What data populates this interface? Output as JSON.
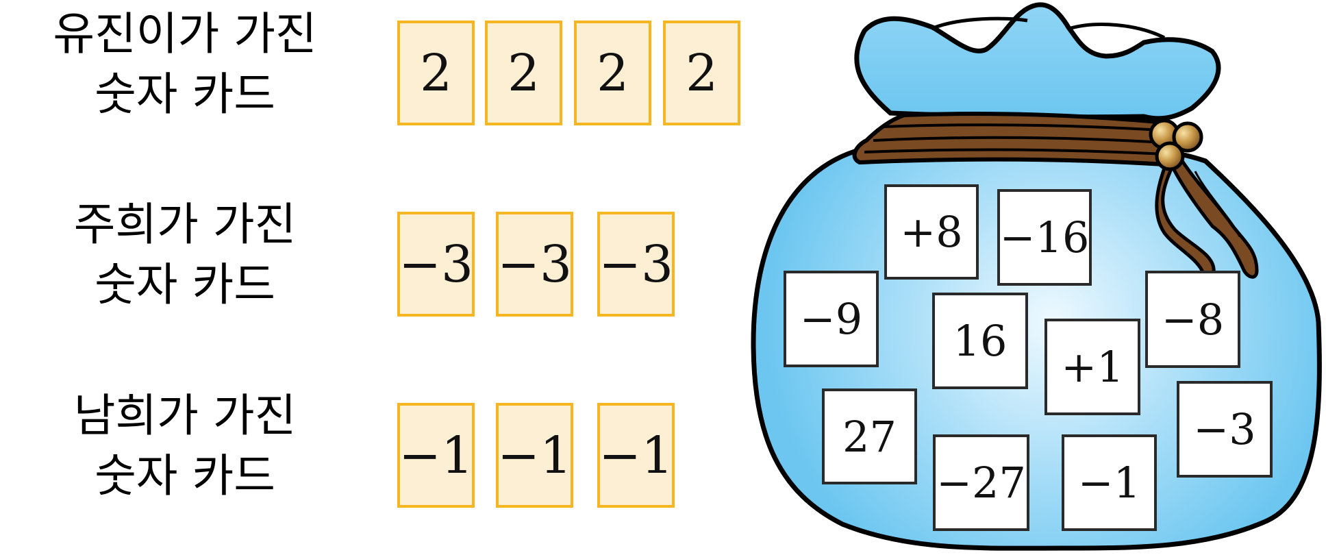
{
  "rows": [
    {
      "name_line1": "유진이가 가진",
      "name_line2": "숫자 카드",
      "cards": [
        "2",
        "2",
        "2",
        "2"
      ]
    },
    {
      "name_line1": "주희가 가진",
      "name_line2": "숫자 카드",
      "cards": [
        "−3",
        "−3",
        "−3"
      ]
    },
    {
      "name_line1": "남희가 가진",
      "name_line2": "숫자 카드",
      "cards": [
        "−1",
        "−1",
        "−1"
      ]
    }
  ],
  "bag": {
    "cards": [
      "+8",
      "−16",
      "−9",
      "16",
      "−8",
      "+1",
      "27",
      "−3",
      "−27",
      "−1"
    ]
  },
  "colors": {
    "card_fill": "#fdefd4",
    "card_border": "#f5b622",
    "bag_fill": "#7fcdf3",
    "bag_highlight": "#e6f6ff",
    "string": "#7a4a22"
  }
}
